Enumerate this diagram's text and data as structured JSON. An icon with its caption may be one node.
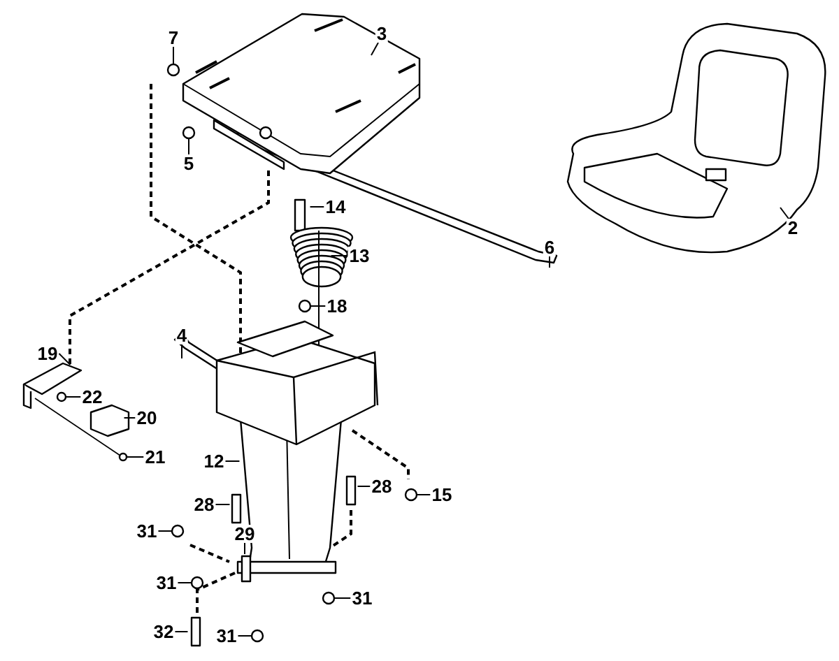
{
  "diagram": {
    "nodes": [
      {
        "text": [
          "3"
        ]
      },
      {
        "text": [
          "7"
        ]
      },
      {
        "text": [
          "5"
        ]
      },
      {
        "text": [
          "14"
        ]
      },
      {
        "text": [
          "2"
        ]
      },
      {
        "text": [
          "6"
        ]
      },
      {
        "text": [
          "13"
        ]
      },
      {
        "text": [
          "18"
        ]
      },
      {
        "text": [
          "4"
        ]
      },
      {
        "text": [
          "19"
        ]
      },
      {
        "text": [
          "22"
        ]
      },
      {
        "text": [
          "20"
        ]
      },
      {
        "text": [
          "21"
        ]
      },
      {
        "text": [
          "12"
        ]
      },
      {
        "text": [
          "28"
        ]
      },
      {
        "text": [
          "15"
        ]
      },
      {
        "text": [
          "28"
        ]
      },
      {
        "text": [
          "31"
        ]
      },
      {
        "text": [
          "29"
        ]
      },
      {
        "text": [
          "31"
        ]
      },
      {
        "text": [
          "31"
        ]
      },
      {
        "text": [
          "32"
        ]
      },
      {
        "text": [
          "31"
        ]
      },
      {
        "text": [],
        "shape": "circle"
      },
      {
        "text": [],
        "shape": "circle"
      },
      {
        "text": [],
        "shape": "circle"
      },
      {
        "text": [],
        "shape": "circle"
      },
      {
        "text": [],
        "shape": "circle"
      },
      {
        "text": [],
        "shape": "circle"
      },
      {
        "text": [],
        "shape": "circle"
      },
      {
        "text": [],
        "shape": "circle"
      },
      {
        "text": [],
        "shape": "circle"
      },
      {
        "text": [],
        "shape": "circle"
      }
    ],
    "edges": [
      {
        "from": 0,
        "to": null,
        "arrow": "none"
      },
      {
        "from": 1,
        "to": 23,
        "arrow": "none"
      },
      {
        "from": 2,
        "to": 24,
        "arrow": "none"
      },
      {
        "from": 3,
        "to": null,
        "arrow": "none"
      },
      {
        "from": 4,
        "to": null,
        "arrow": "none"
      },
      {
        "from": 5,
        "to": null,
        "arrow": "none"
      },
      {
        "from": 6,
        "to": null,
        "arrow": "none"
      },
      {
        "from": 7,
        "to": 25,
        "arrow": "none"
      },
      {
        "from": 8,
        "to": null,
        "arrow": "none"
      },
      {
        "from": 9,
        "to": null,
        "arrow": "none"
      },
      {
        "from": 10,
        "to": 26,
        "arrow": "none"
      },
      {
        "from": 11,
        "to": null,
        "arrow": "none"
      },
      {
        "from": 12,
        "to": 27,
        "arrow": "none"
      },
      {
        "from": 13,
        "to": null,
        "arrow": "none"
      },
      {
        "from": 14,
        "to": null,
        "arrow": "none"
      },
      {
        "from": 15,
        "to": 28,
        "arrow": "none"
      },
      {
        "from": 16,
        "to": null,
        "arrow": "none"
      },
      {
        "from": 17,
        "to": 29,
        "arrow": "none"
      },
      {
        "from": 18,
        "to": null,
        "arrow": "none"
      },
      {
        "from": 19,
        "to": 30,
        "arrow": "none"
      },
      {
        "from": 20,
        "to": 31,
        "arrow": "none"
      },
      {
        "from": 21,
        "to": null,
        "arrow": "none"
      },
      {
        "from": 22,
        "to": 32,
        "arrow": "none"
      }
    ]
  }
}
